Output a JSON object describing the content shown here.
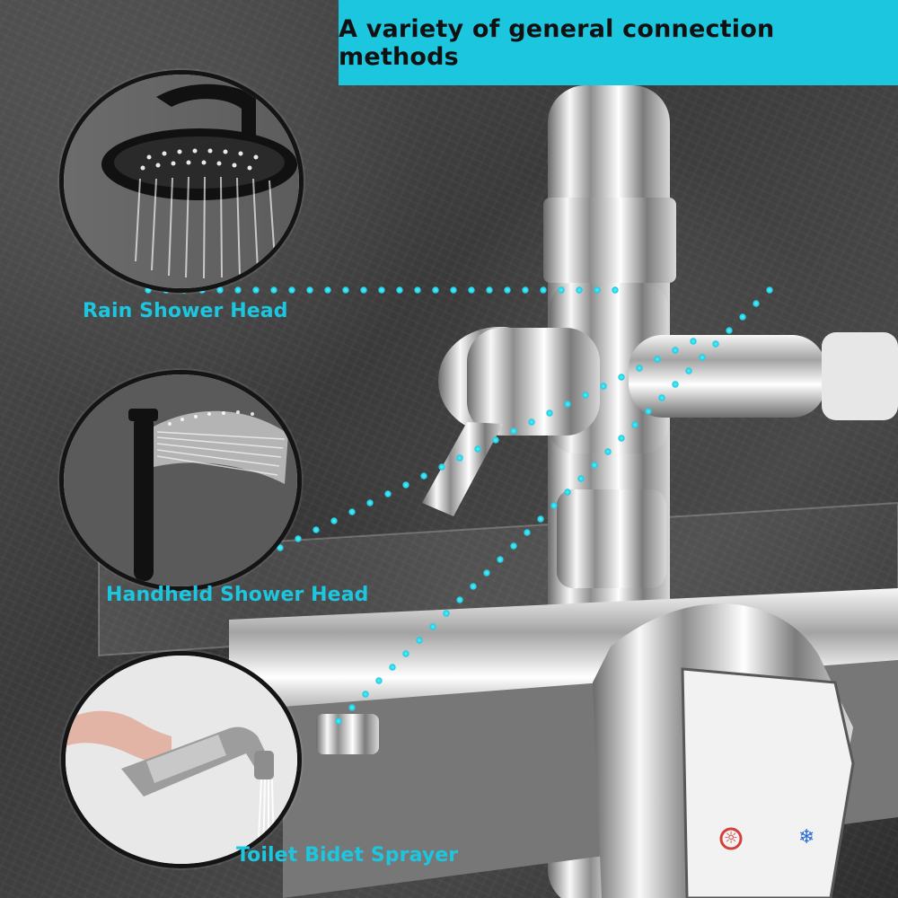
{
  "banner": {
    "title": "A variety of general connection methods"
  },
  "labels": {
    "rain": "Rain Shower Head",
    "handheld": "Handheld Shower Head",
    "bidet": "Toilet Bidet Sprayer"
  },
  "colors": {
    "accent": "#1cc6df",
    "dark": "#141414",
    "chrome": "#d9d9d9"
  }
}
